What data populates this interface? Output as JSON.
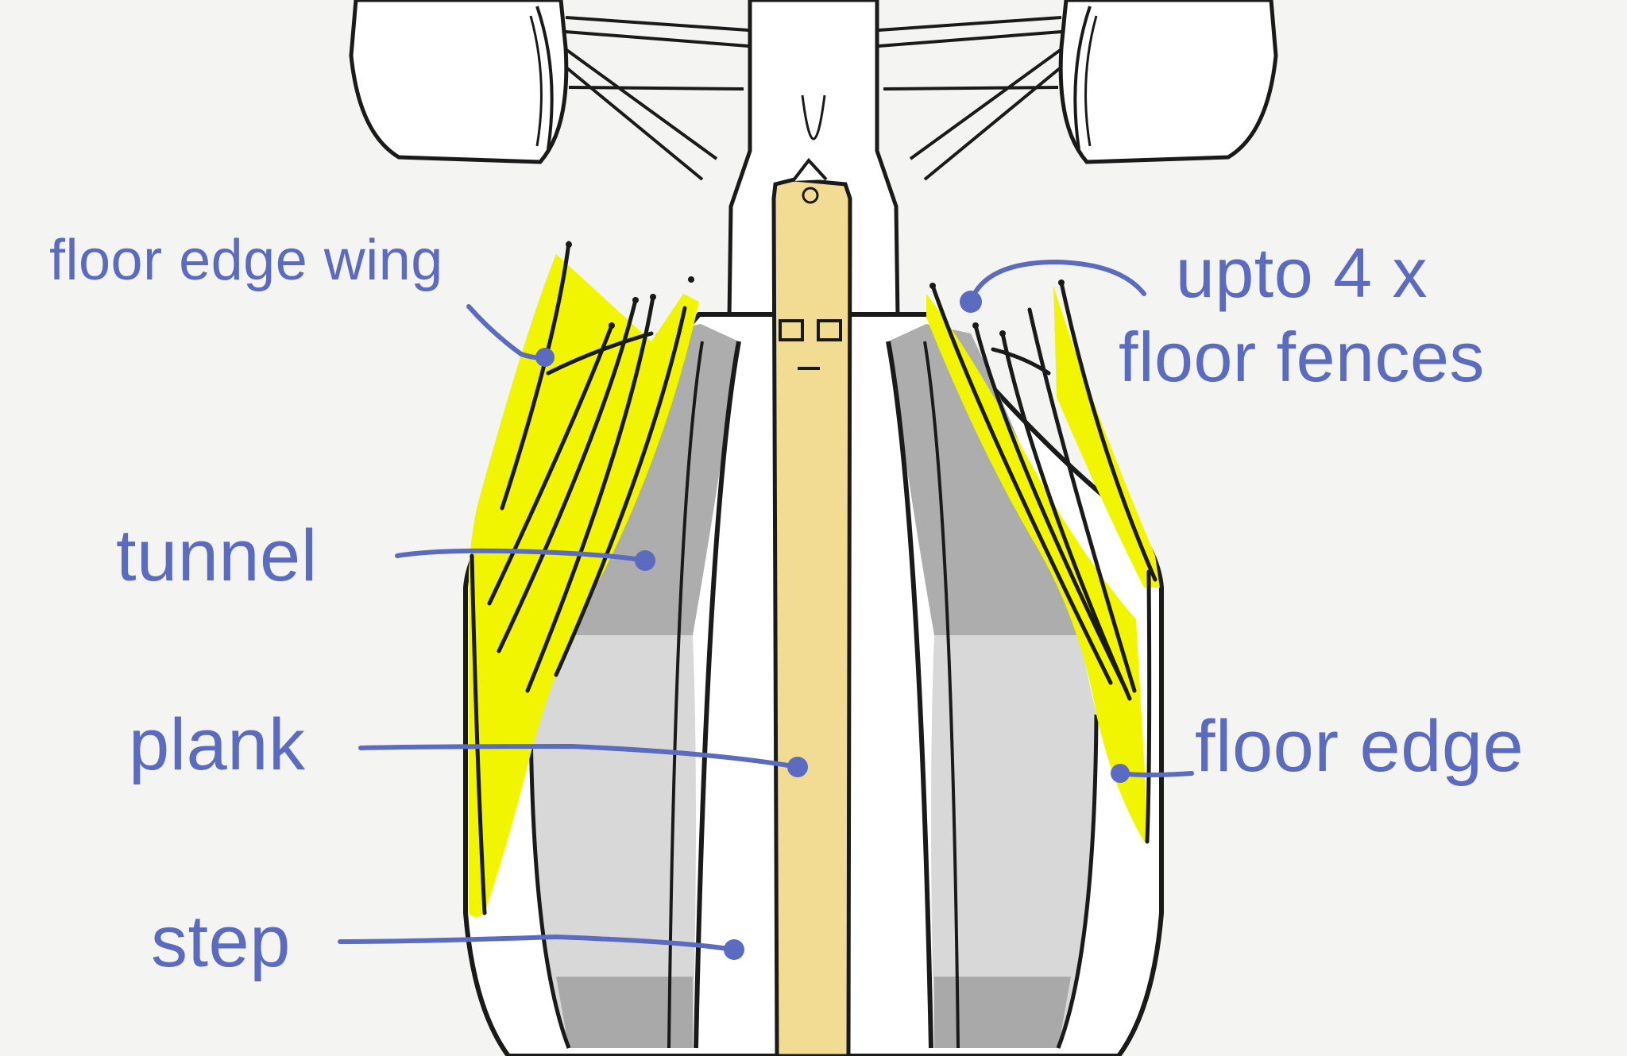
{
  "labels": {
    "floor_edge_wing": "floor edge wing",
    "fences_line1": "upto 4 x",
    "fences_line2": "floor fences",
    "tunnel": "tunnel",
    "plank": "plank",
    "step": "step",
    "floor_edge": "floor edge"
  },
  "colors": {
    "background": "#f4f4f2",
    "label_text": "#5b6bbf",
    "leader_lines": "#5b6bbf",
    "fence_highlight": "#f2f500",
    "tunnel_shade": "#b0b0b0",
    "step_shade": "#d6d6d6",
    "plank_fill": "#f2dc94",
    "outline": "#1a1a1a"
  }
}
